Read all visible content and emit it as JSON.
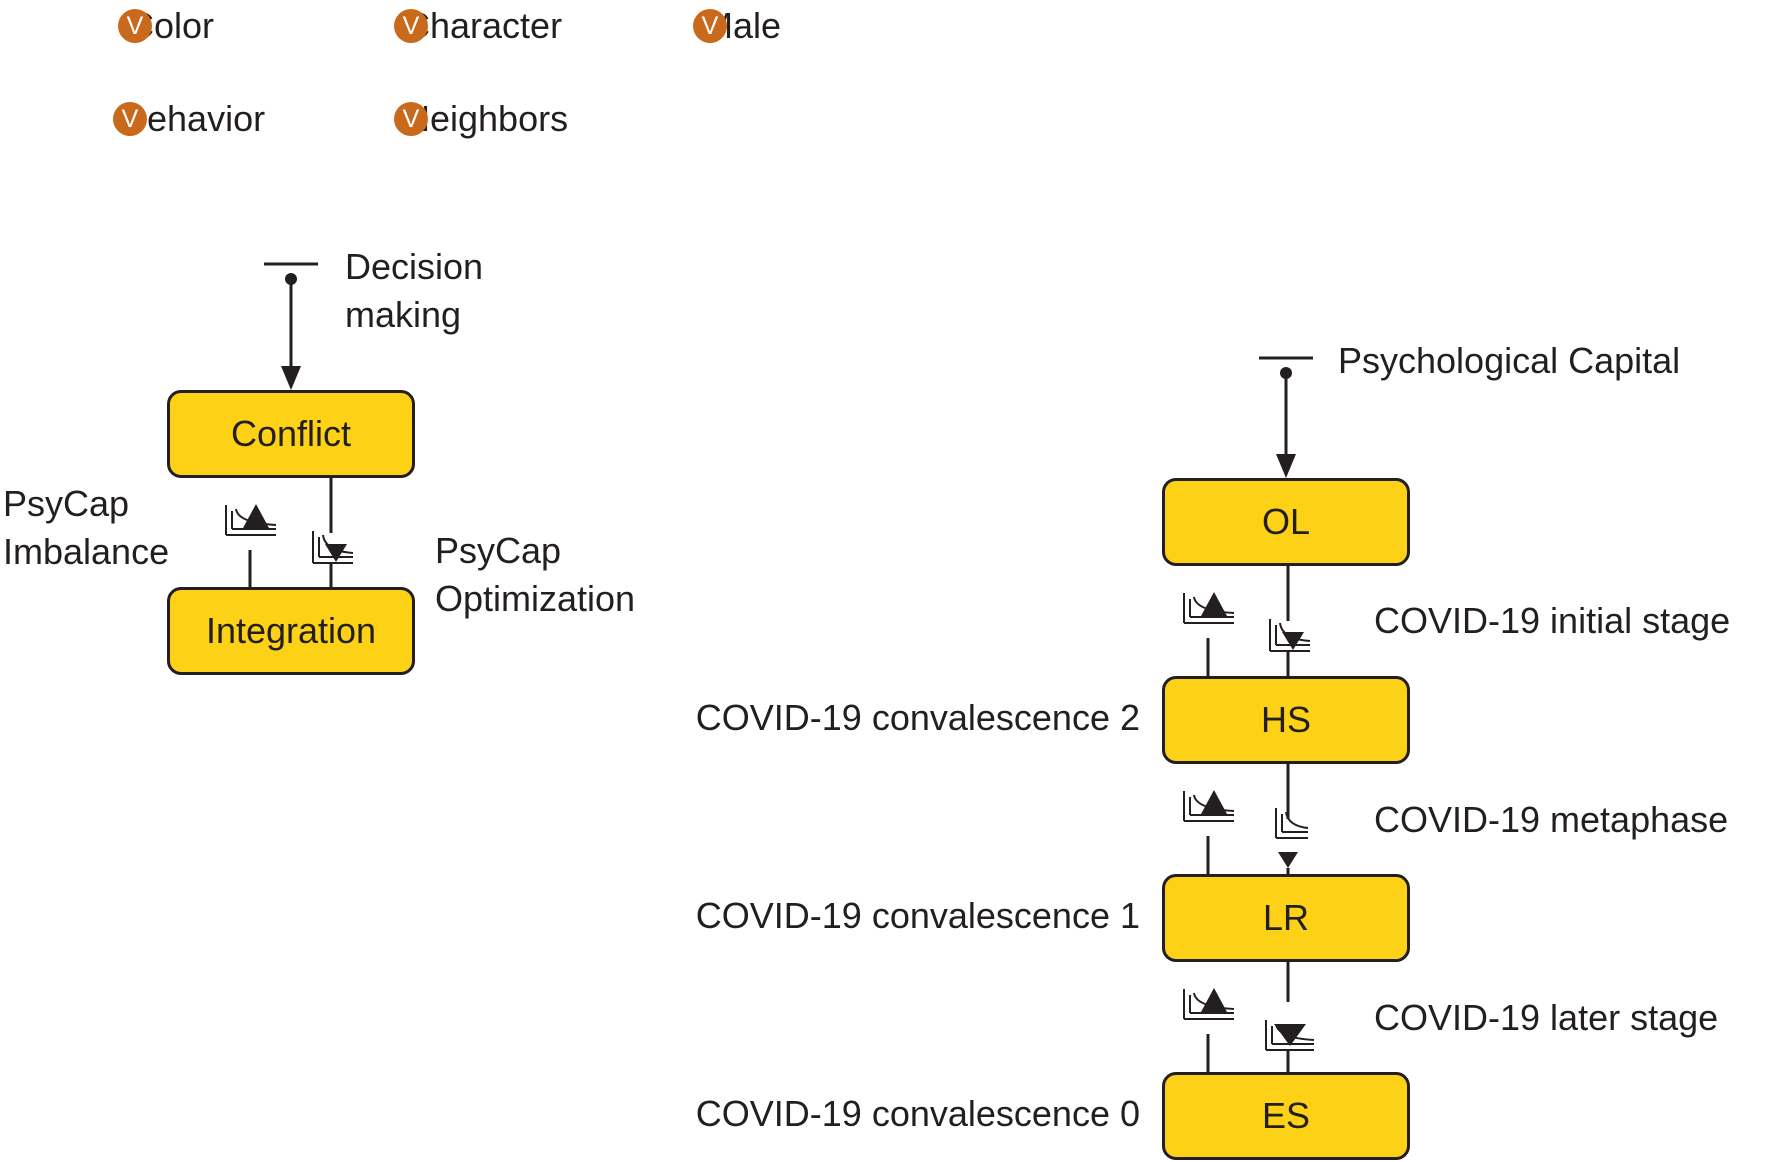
{
  "colors": {
    "node_fill": "#fcd116",
    "stroke": "#231f20",
    "badge": "#c8691c",
    "badge_text": "#ffffff"
  },
  "legend": {
    "badge_letter": "V",
    "items": [
      "Color",
      "Character",
      "Male",
      "Behavior",
      "Neighbors"
    ]
  },
  "left_model": {
    "input_label": [
      "Decision",
      "making"
    ],
    "nodes": {
      "top": "Conflict",
      "bottom": "Integration"
    },
    "up_edge_label": [
      "PsyCap",
      "Imbalance"
    ],
    "down_edge_label": [
      "PsyCap",
      "Optimization"
    ]
  },
  "right_model": {
    "input_label": "Psychological Capital",
    "nodes": [
      "OL",
      "HS",
      "LR",
      "ES"
    ],
    "down_edge_labels": [
      "COVID-19 initial stage",
      "COVID-19 metaphase",
      "COVID-19 later stage"
    ],
    "up_edge_labels": [
      "COVID-19 convalescence 2",
      "COVID-19 convalescence 1",
      "COVID-19 convalescence 0"
    ]
  }
}
